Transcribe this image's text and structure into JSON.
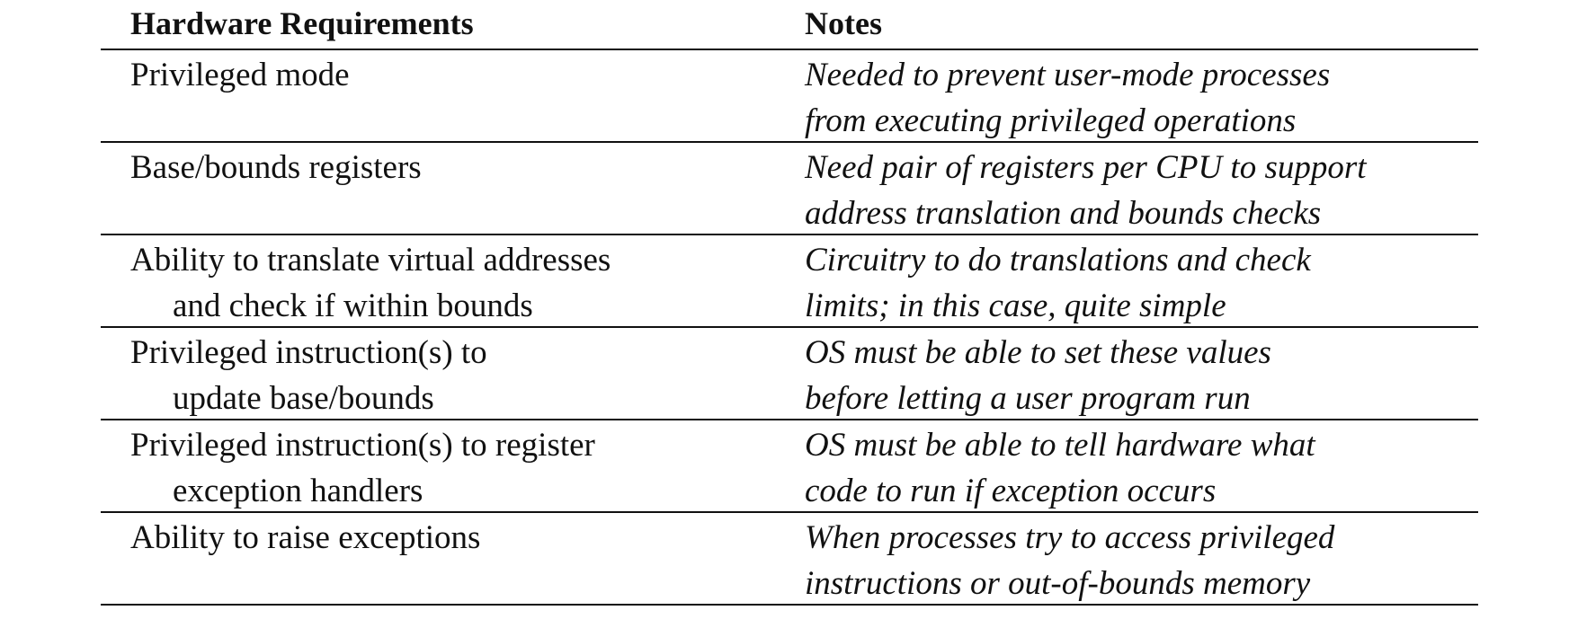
{
  "headers": {
    "requirements": "Hardware Requirements",
    "notes": "Notes"
  },
  "rows": [
    {
      "req": [
        "Privileged mode",
        ""
      ],
      "notes": [
        "Needed to prevent user-mode processes",
        "from executing privileged operations"
      ]
    },
    {
      "req": [
        "Base/bounds registers",
        ""
      ],
      "notes": [
        "Need pair of registers per CPU to support",
        "address translation and bounds checks"
      ]
    },
    {
      "req": [
        "Ability to translate virtual addresses",
        "and check if within bounds"
      ],
      "notes": [
        "Circuitry to do translations and check",
        "limits; in this case, quite simple"
      ]
    },
    {
      "req": [
        "Privileged instruction(s) to",
        "update base/bounds"
      ],
      "notes": [
        "OS must be able to set these values",
        "before letting a user program run"
      ]
    },
    {
      "req": [
        "Privileged instruction(s) to register",
        "exception handlers"
      ],
      "notes": [
        "OS must be able to tell hardware what",
        "code to run if exception occurs"
      ]
    },
    {
      "req": [
        "Ability to raise exceptions",
        ""
      ],
      "notes": [
        "When processes try to access privileged",
        "instructions or out-of-bounds memory"
      ]
    }
  ]
}
